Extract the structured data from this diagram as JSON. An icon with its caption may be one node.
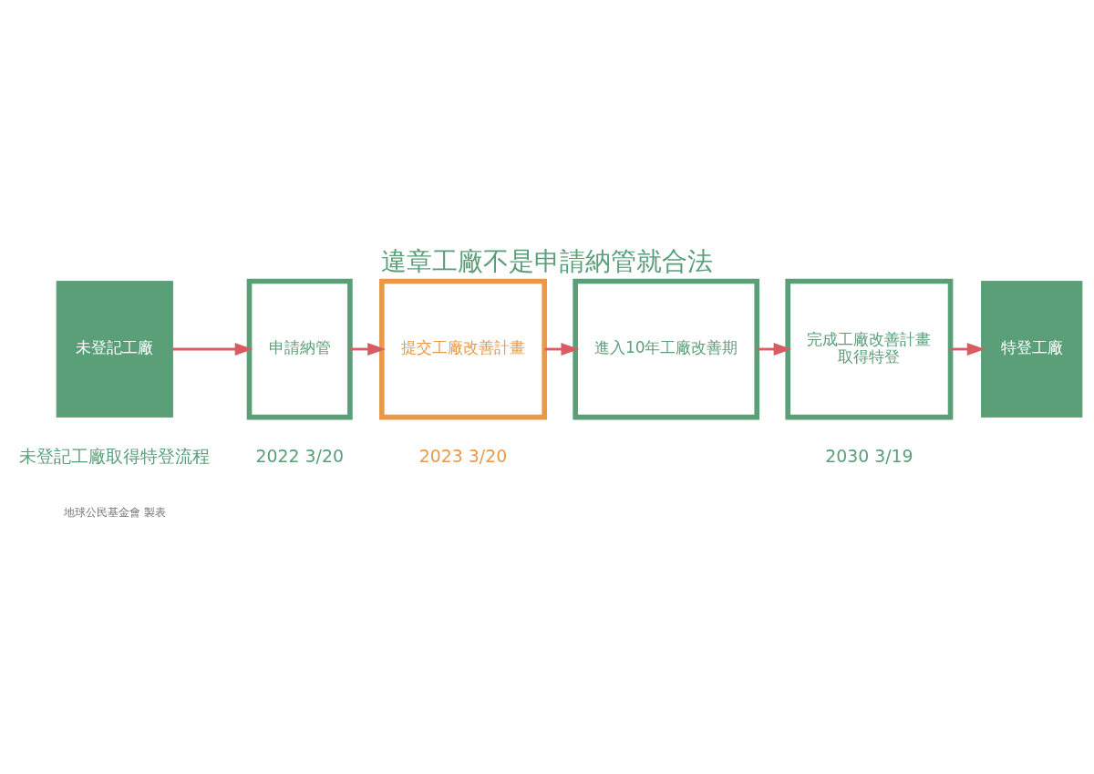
{
  "diagram": {
    "title": "違章工廠不是申請納管就合法",
    "nodes": [
      {
        "text": [
          "未登記工廠"
        ]
      },
      {
        "text": [
          "申請納管"
        ],
        "beside": [
          "2022 3/20"
        ]
      },
      {
        "text": [
          "提交工廠改善計畫"
        ],
        "beside": [
          "2023 3/20"
        ]
      },
      {
        "text": [
          "進入10年工廠改善期"
        ]
      },
      {
        "text": [
          "完成工廠改善計畫",
          "取得特登"
        ],
        "beside": [
          "2030 3/19"
        ]
      },
      {
        "text": [
          "特登工廠"
        ]
      }
    ],
    "edges": [
      {
        "from": 0,
        "to": 1,
        "arrow": "to"
      },
      {
        "from": 1,
        "to": 2,
        "arrow": "to"
      },
      {
        "from": 2,
        "to": 3,
        "arrow": "to"
      },
      {
        "from": 3,
        "to": 4,
        "arrow": "to"
      },
      {
        "from": 4,
        "to": 5,
        "arrow": "to"
      }
    ],
    "labels": [
      "未登記工廠取得特登流程",
      "地球公民基金會 製表"
    ]
  }
}
